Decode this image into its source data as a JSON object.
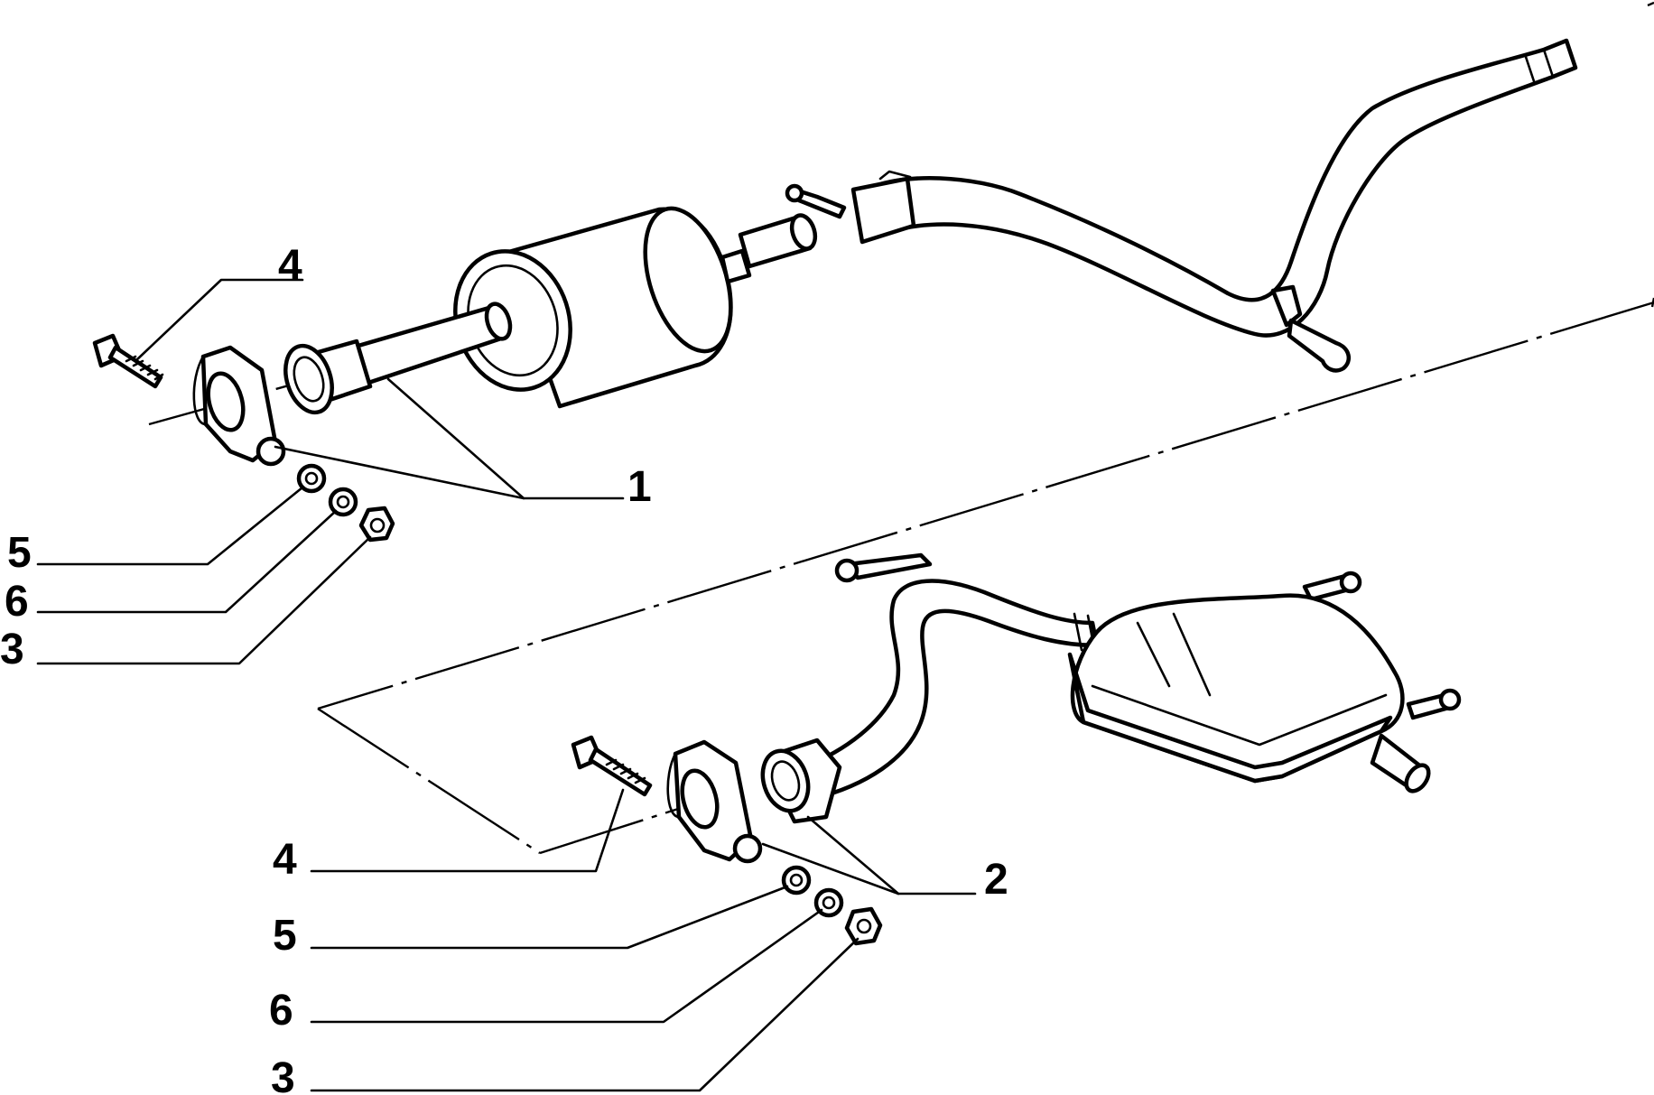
{
  "diagram": {
    "callouts": {
      "c1": "1",
      "c2": "2",
      "c3a": "3",
      "c3b": "3",
      "c4a": "4",
      "c4b": "4",
      "c5a": "5",
      "c5b": "5",
      "c6a": "6",
      "c6b": "6"
    }
  }
}
